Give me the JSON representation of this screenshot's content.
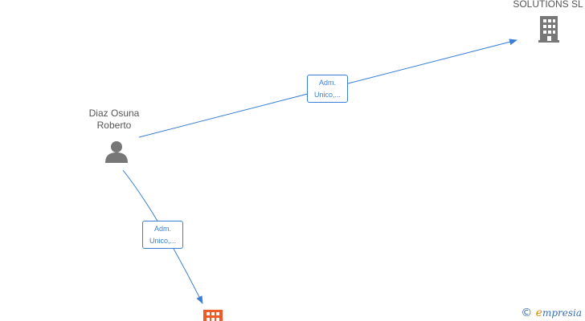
{
  "nodes": {
    "person": {
      "name_line1": "Diaz Osuna",
      "name_line2": "Roberto"
    },
    "company_top": {
      "name": "SOLUTIONS SL"
    }
  },
  "edges": [
    {
      "line1": "Adm.",
      "line2": "Unico,..."
    },
    {
      "line1": "Adm.",
      "line2": "Unico,..."
    }
  ],
  "watermark": {
    "copyright": "©",
    "brand_initial": "e",
    "brand_rest": "mpresia"
  },
  "colors": {
    "edge": "#3a7fd5",
    "node_icon": "#777777",
    "highlight_company": "#f05a28"
  }
}
